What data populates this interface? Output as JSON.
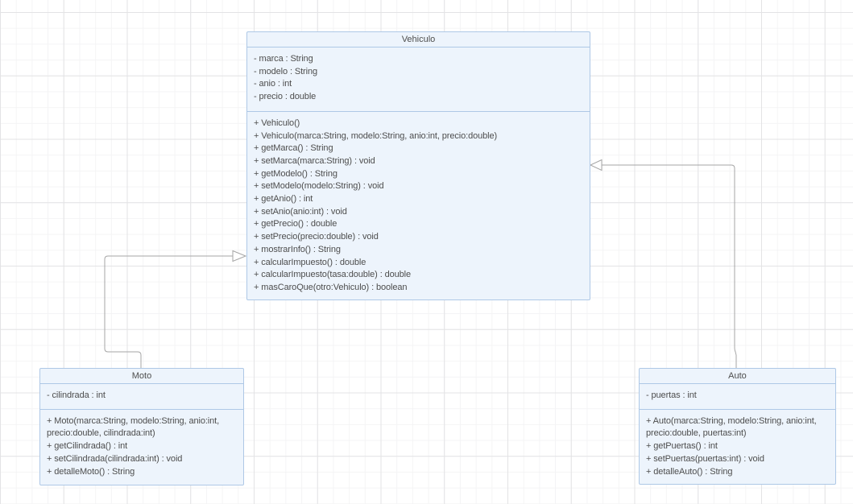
{
  "diagram": {
    "type": "uml-class-diagram",
    "classes": [
      {
        "id": "vehiculo",
        "title": "Vehiculo",
        "attributes": [
          "- marca : String",
          "- modelo : String",
          "- anio : int",
          "- precio : double"
        ],
        "methods": [
          "+ Vehiculo()",
          "+ Vehiculo(marca:String, modelo:String, anio:int, precio:double)",
          "+ getMarca() : String",
          "+ setMarca(marca:String) : void",
          "+ getModelo() : String",
          "+ setModelo(modelo:String) : void",
          "+ getAnio() : int",
          "+ setAnio(anio:int) : void",
          "+ getPrecio() : double",
          "+ setPrecio(precio:double) : void",
          "+ mostrarInfo() : String",
          "+ calcularImpuesto() : double",
          "+ calcularImpuesto(tasa:double) : double",
          "+ masCaroQue(otro:Vehiculo) : boolean"
        ]
      },
      {
        "id": "moto",
        "title": "Moto",
        "attributes": [
          "- cilindrada : int"
        ],
        "methods": [
          "+ Moto(marca:String, modelo:String, anio:int, precio:double, cilindrada:int)",
          "+ getCilindrada() : int",
          "+ setCilindrada(cilindrada:int) : void",
          "+ detalleMoto() : String"
        ]
      },
      {
        "id": "auto",
        "title": "Auto",
        "attributes": [
          "- puertas : int"
        ],
        "methods": [
          "+ Auto(marca:String, modelo:String, anio:int, precio:double, puertas:int)",
          "+ getPuertas() : int",
          "+ setPuertas(puertas:int) : void",
          "+ detalleAuto() : String"
        ]
      }
    ],
    "relationships": [
      {
        "from": "Moto",
        "to": "Vehiculo",
        "type": "inheritance"
      },
      {
        "from": "Auto",
        "to": "Vehiculo",
        "type": "inheritance"
      }
    ],
    "colors": {
      "box_fill": "#edf4fc",
      "box_border": "#aec8e6",
      "text": "#4d4d4d",
      "connector": "#a5a5a5",
      "grid_minor": "#f4f4f5",
      "grid_major": "#e3e3e5",
      "canvas": "#ffffff"
    }
  }
}
